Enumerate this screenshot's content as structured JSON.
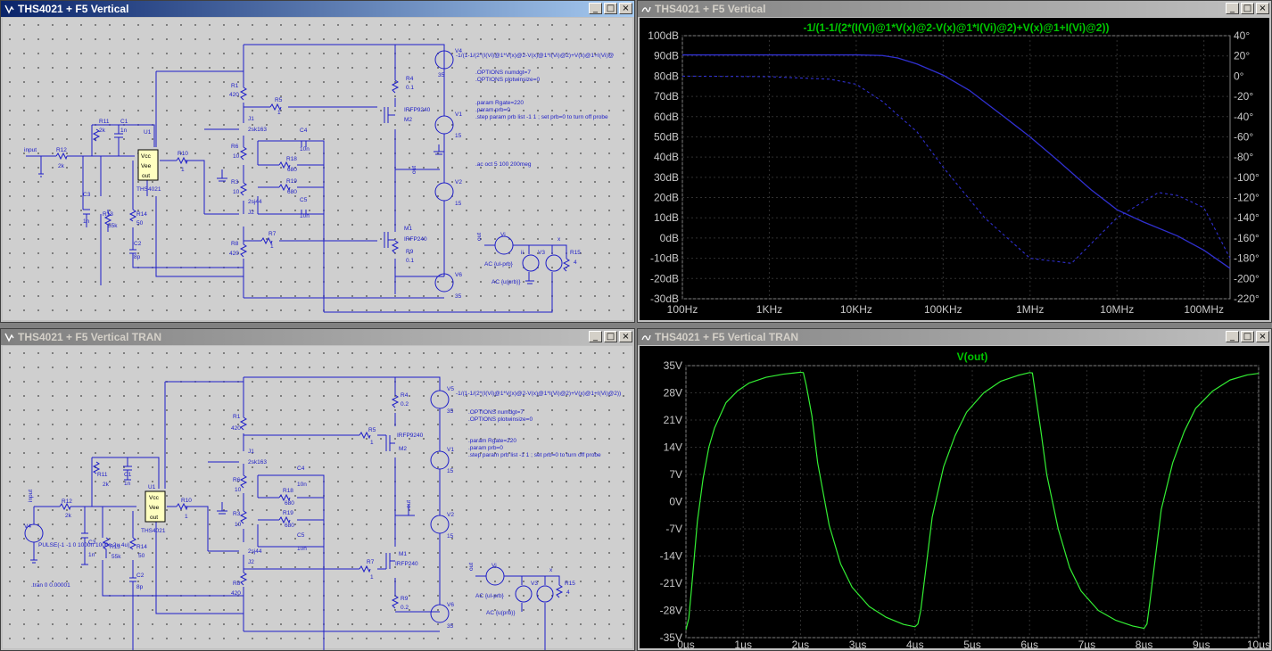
{
  "windows": {
    "sch_ac": {
      "title": "THS4021 + F5 Vertical"
    },
    "plot_ac": {
      "title": "THS4021 + F5 Vertical"
    },
    "sch_tran": {
      "title": "THS4021 + F5 Vertical TRAN"
    },
    "plot_tran": {
      "title": "THS4021 + F5 Vertical TRAN"
    }
  },
  "title_buttons": {
    "minimize": "_",
    "maximize": "□",
    "close": "×"
  },
  "colors": {
    "wire": "#1c1cc8",
    "text": "#1c1cc8",
    "grid": "#303030",
    "trace": "#00c800",
    "axis_label": "#c8c8c8"
  },
  "schematic_ac": {
    "labels": {
      "input": "input",
      "r12": "R12",
      "r12v": "2k",
      "c3": "C3",
      "c3v": "1n",
      "r13": "R13",
      "r13v": "55k",
      "r14": "R14",
      "r14v": "50",
      "c2": "C2",
      "c2v": "8p",
      "r11": "R11",
      "r11v": "2k",
      "c1": "C1",
      "c1v": "1n",
      "u1": "U1",
      "ths": "THS4021",
      "vcc": "Vcc",
      "vee": "Vee",
      "out": "out",
      "r10": "R10",
      "r10v": "1",
      "r1": "R1",
      "r1v": "420",
      "r5": "R5",
      "r5v": "1",
      "j1": "J1",
      "j1v": "2sk163",
      "r6": "R6",
      "r6v": "10",
      "r3": "R3",
      "r3v": "10",
      "c4": "C4",
      "c4v": "10n",
      "r18": "R18",
      "r18v": "680",
      "r19": "R19",
      "r19v": "680",
      "c5": "C5",
      "c5v": "10n",
      "j2": "J2",
      "j2v": "2sj44",
      "r8": "R8",
      "r8v": "420",
      "r7": "R7",
      "r7v": "1",
      "r4": "R4",
      "r4v": "0.1",
      "m2": "M2",
      "irfp9240": "IRFP9240",
      "m1": "M1",
      "irfp240": "IRFP240",
      "r9": "R9",
      "r9v": "0.1",
      "v4": "V4",
      "v4v": "35",
      "v1": "V1",
      "v1v": "15",
      "v2": "V2",
      "v2v": "15",
      "v6": "V6",
      "v6v": "35",
      "out_node": "out",
      "vi": "Vi",
      "v3": "V3",
      "r15": "R15",
      "r15v": "4",
      "ac1": "AC {ul-prb}",
      "ac2": "AC {u(prb)}",
      "x": "x",
      "ii": "ii",
      "meas": "-1/(1-1/(2*(I(Vi)@1*V(x)@2-V(x)@1*I(Vi)@2)+V(x)@1+I(Vi)@",
      "opt1": ".OPTIONS numdgt=7",
      "opt2": ".OPTIONS plotwinsize=0",
      "p1": ".param Rgate=220",
      "p2": ".param prb=0",
      "p3": ".step param prb list -1 1 ; set prb=0 to turn off probe",
      "dir": ".ac oct 5 100 200meg"
    }
  },
  "schematic_tran": {
    "labels": {
      "input": "input",
      "v4": "V4",
      "v4p": "PULSE(-1 -1 0 1000n 1000n 2u 4u)",
      "r12": "R12",
      "r12v": "2k",
      "c3": "C3",
      "c3v": "1n",
      "r13": "R13",
      "r13v": "55k",
      "r14": "R14",
      "r14v": "50",
      "c2": "C2",
      "c2v": "8p",
      "r11": "R11",
      "r11v": "2k",
      "c1": "C1",
      "c1v": "1n",
      "u1": "U1",
      "ths": "THS4021",
      "vcc": "Vcc",
      "vee": "Vee",
      "out": "out",
      "r10": "R10",
      "r10v": "1",
      "tran": ".tran 0 0.00001",
      "r1": "R1",
      "r1v": "420",
      "j1": "J1",
      "j1v": "2sk163",
      "r6": "R6",
      "r6v": "10",
      "r3": "R3",
      "r3v": "10",
      "c4": "C4",
      "c4v": "10n",
      "r18": "R18",
      "r18v": "680",
      "r19": "R19",
      "r19v": "680",
      "c5": "C5",
      "c5v": "10n",
      "j2": "J2",
      "j2v": "2sj44",
      "r8": "R8",
      "r8v": "420",
      "r7": "R7",
      "r7v": "1",
      "r5": "R5",
      "r5v": "1",
      "r4": "R4",
      "r4v": "0.2",
      "m2": "M2",
      "irfp9240": "IRFP9240",
      "m1": "M1",
      "irfp240": "IRFP240",
      "r9": "R9",
      "r9v": "0.2",
      "v5": "V5",
      "v5v": "35",
      "v1": "V1",
      "v1v": "15",
      "v2": "V2",
      "v2v": "15",
      "v6": "V6",
      "v6v": "35",
      "out_node": "out",
      "vi": "Vi",
      "v3": "V3",
      "r15": "R15",
      "r15v": "4",
      "ac1": "AC {ul-prb}",
      "ac2": "AC {u(prb)}",
      "x": "x",
      "meas": "-1/(1-1/(2*(I(Vi)@1*V(x)@2-V(x)@1*I(Vi)@2)+V(x)@1+I(Vi)@2))",
      "opt1": ".OPTIONS numdgt=7",
      "opt2": ".OPTIONS plotwinsize=0",
      "p1": ".param Rgate=220",
      "p2": ".param prb=0",
      "p3": ".step param prb list -1 1 ; set prb=0 to turn off probe"
    }
  },
  "chart_data": [
    {
      "type": "line",
      "title": "-1/(1-1/(2*(I(Vi)@1*V(x)@2-V(x)@1*I(Vi)@2)+V(x)@1+I(Vi)@2))",
      "x_scale": "log",
      "xlim": [
        100,
        200000000
      ],
      "x_ticks": [
        "100Hz",
        "1KHz",
        "10KHz",
        "100KHz",
        "1MHz",
        "10MHz",
        "100MHz"
      ],
      "ylim": [
        -30,
        100
      ],
      "y_ticks": [
        "100dB",
        "90dB",
        "80dB",
        "70dB",
        "60dB",
        "50dB",
        "40dB",
        "30dB",
        "20dB",
        "10dB",
        "0dB",
        "-10dB",
        "-20dB",
        "-30dB"
      ],
      "y2lim": [
        -220,
        40
      ],
      "y2_ticks": [
        "40°",
        "20°",
        "0°",
        "-20°",
        "-40°",
        "-60°",
        "-80°",
        "-100°",
        "-120°",
        "-140°",
        "-160°",
        "-180°",
        "-200°",
        "-220°"
      ],
      "grid": true,
      "series": [
        {
          "unit": "dB",
          "style": "solid",
          "x": [
            100,
            1000,
            10000,
            20000,
            30000,
            50000,
            100000,
            200000,
            500000,
            1000000,
            2000000,
            5000000,
            10000000,
            20000000,
            50000000,
            100000000,
            200000000
          ],
          "y": [
            90.5,
            90.5,
            90.5,
            90.2,
            89,
            86,
            80.5,
            73,
            60,
            50,
            39,
            24,
            14,
            8,
            1,
            -6,
            -15
          ]
        },
        {
          "unit": "deg",
          "style": "dashed",
          "x": [
            100,
            1000,
            5000,
            10000,
            20000,
            50000,
            100000,
            300000,
            1000000,
            3000000,
            10000000,
            30000000,
            50000000,
            100000000,
            200000000
          ],
          "y": [
            0,
            -0.5,
            -3,
            -8,
            -25,
            -55,
            -90,
            -140,
            -180,
            -185,
            -140,
            -115,
            -118,
            -130,
            -180
          ]
        }
      ]
    },
    {
      "type": "line",
      "title": "V(out)",
      "xlim": [
        0,
        10
      ],
      "x_ticks": [
        "0µs",
        "1µs",
        "2µs",
        "3µs",
        "4µs",
        "5µs",
        "6µs",
        "7µs",
        "8µs",
        "9µs",
        "10µs"
      ],
      "ylim": [
        -35,
        35
      ],
      "y_ticks": [
        "35V",
        "28V",
        "21V",
        "14V",
        "7V",
        "0V",
        "-7V",
        "-14V",
        "-21V",
        "-28V",
        "-35V"
      ],
      "grid": true,
      "series": [
        {
          "x": [
            0,
            0.05,
            0.1,
            0.2,
            0.3,
            0.4,
            0.5,
            0.7,
            0.9,
            1.1,
            1.4,
            1.7,
            2.0,
            2.05,
            2.1,
            2.2,
            2.3,
            2.5,
            2.7,
            2.9,
            3.2,
            3.5,
            3.8,
            4.0,
            4.05,
            4.1,
            4.2,
            4.3,
            4.5,
            4.7,
            4.9,
            5.2,
            5.5,
            5.8,
            6.0,
            6.05,
            6.1,
            6.2,
            6.3,
            6.5,
            6.7,
            6.9,
            7.2,
            7.5,
            7.8,
            8.0,
            8.05,
            8.1,
            8.2,
            8.3,
            8.5,
            8.7,
            8.9,
            9.2,
            9.5,
            9.8,
            10.0
          ],
          "y": [
            -33,
            -30,
            -22,
            -5,
            6,
            14,
            19,
            25.5,
            28.5,
            30.5,
            32,
            32.8,
            33.3,
            33.2,
            30,
            22,
            10,
            -6,
            -16,
            -22,
            -27,
            -29.8,
            -31.6,
            -32.2,
            -31.5,
            -28,
            -16,
            -4,
            9,
            17,
            23,
            28,
            31,
            32.5,
            33.2,
            33.1,
            28,
            18,
            7,
            -7,
            -17,
            -23,
            -28,
            -30.5,
            -32,
            -32.6,
            -31.5,
            -26,
            -14,
            -2,
            10,
            18,
            24,
            28.5,
            31.3,
            32.6,
            33
          ]
        }
      ]
    }
  ]
}
